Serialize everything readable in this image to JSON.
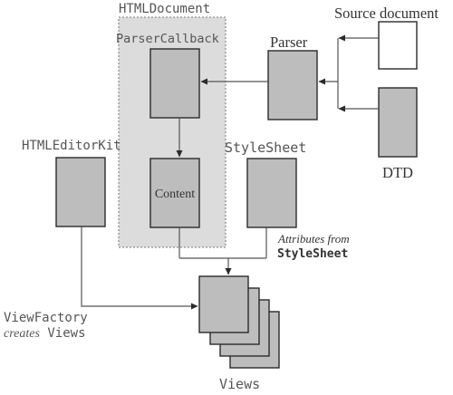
{
  "labels": {
    "html_document": "HTMLDocument",
    "parser_callback": "ParserCallback",
    "source_document": "Source document",
    "parser": "Parser",
    "dtd": "DTD",
    "html_editor_kit": "HTMLEditorKit",
    "style_sheet": "StyleSheet",
    "content": "Content",
    "attributes_from_prefix": "Attributes from",
    "attributes_from_source": "StyleSheet",
    "view_factory": "ViewFactory",
    "creates_views_verb": "creates",
    "creates_views_obj": " Views",
    "views": "Views"
  },
  "colors": {
    "box_fill": "#bdbdbd",
    "region_fill": "#dcdcdc",
    "stroke": "#2a2a2a",
    "line": "#555555"
  }
}
